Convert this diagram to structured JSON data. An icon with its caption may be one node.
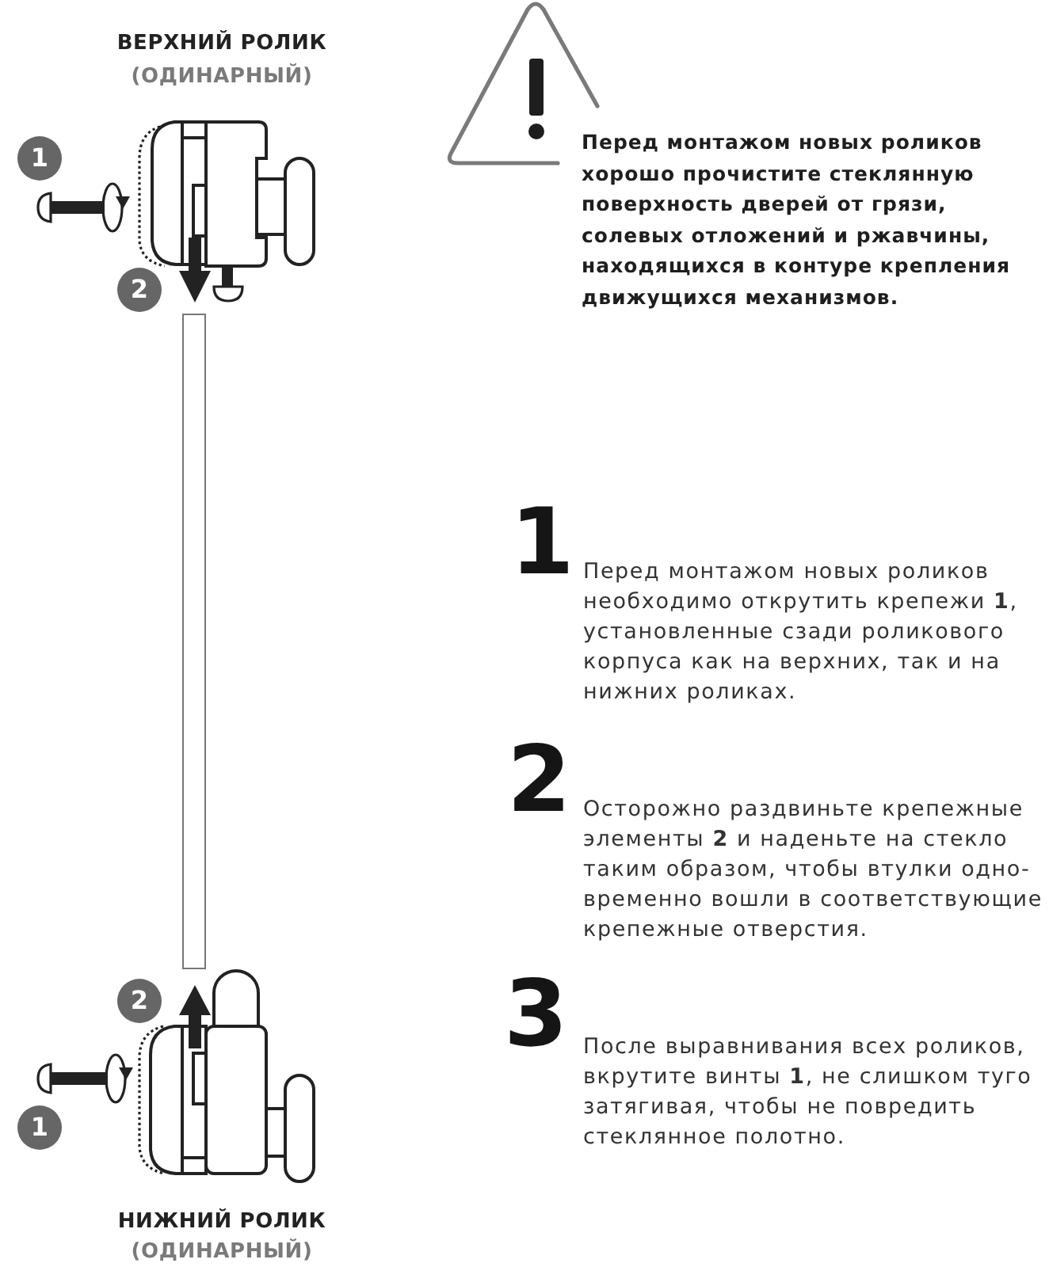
{
  "diagram": {
    "labels": [
      "ВЕРХНИЙ РОЛИК",
      "(ОДИНАРНЫЙ)",
      "1",
      "Перед монтажом новых роликов хорошо прочистите стеклянную поверхность дверей от грязи, солевых отложений и ржавчины, находящихся в контуре крепления движущихся механизмов.",
      "2",
      "1",
      "Перед монтажом новых роликов необходимо открутить крепежи **1**, установленные сзади роликового корпуса как на верхних, так и на нижних роликах.",
      "2",
      "Осторожно раздвиньте крепежные элементы **2** и наденьте на стекло таким образом, чтобы втулки одно-временно вошли в соответствующие крепежные отверстия.",
      "2",
      "3",
      "После выравнивания всех роликов, вкрутите винты **1**, не слишком туго затягивая, чтобы не повредить стеклянное полотно.",
      "1",
      "НИЖНИЙ РОЛИК",
      "(ОДИНАРНЫЙ)"
    ]
  }
}
